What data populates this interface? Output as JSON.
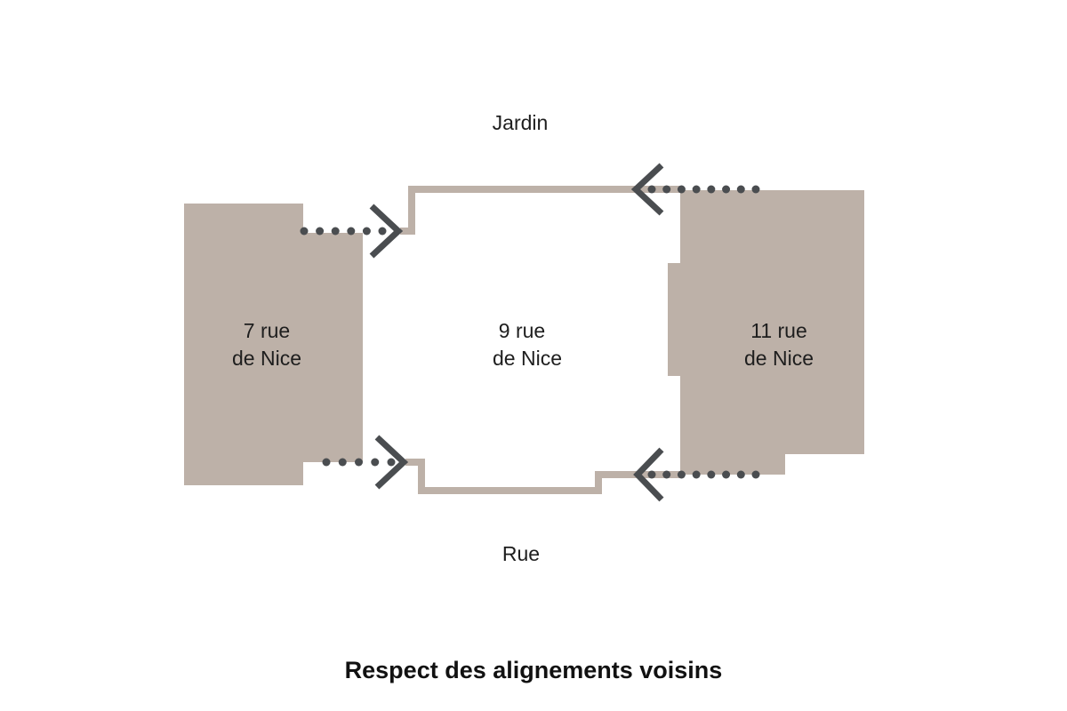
{
  "labels": {
    "top": "Jardin",
    "bottom": "Rue",
    "left_building": [
      "7 rue",
      "de Nice"
    ],
    "center_building": [
      "9 rue",
      "de Nice"
    ],
    "right_building": [
      "11 rue",
      "de Nice"
    ]
  },
  "caption": "Respect des alignements voisins",
  "colors": {
    "building": "#bdb1a8",
    "arrow": "#4a4d50",
    "text": "#1e1e1e"
  }
}
